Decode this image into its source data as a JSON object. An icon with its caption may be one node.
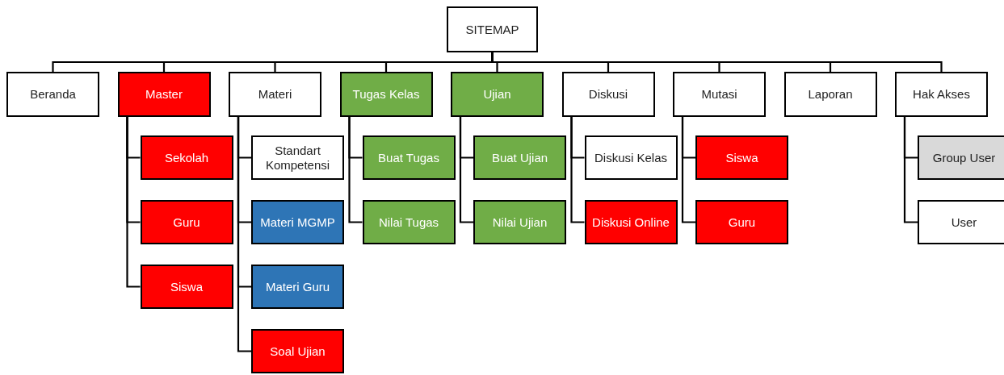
{
  "diagram": {
    "nodes": [
      {
        "text": [
          "SITEMAP"
        ]
      },
      {
        "text": [
          "Beranda"
        ]
      },
      {
        "text": [
          "Master"
        ]
      },
      {
        "text": [
          "Materi"
        ]
      },
      {
        "text": [
          "Tugas Kelas"
        ]
      },
      {
        "text": [
          "Ujian"
        ]
      },
      {
        "text": [
          "Diskusi"
        ]
      },
      {
        "text": [
          "Mutasi"
        ]
      },
      {
        "text": [
          "Laporan"
        ]
      },
      {
        "text": [
          "Hak Akses"
        ]
      },
      {
        "text": [
          "Sekolah"
        ]
      },
      {
        "text": [
          "Guru"
        ]
      },
      {
        "text": [
          "Siswa"
        ]
      },
      {
        "text": [
          "Standart Kompetensi"
        ]
      },
      {
        "text": [
          "Materi MGMP"
        ]
      },
      {
        "text": [
          "Materi Guru"
        ]
      },
      {
        "text": [
          "Soal Ujian"
        ]
      },
      {
        "text": [
          "Buat Tugas"
        ]
      },
      {
        "text": [
          "Nilai Tugas"
        ]
      },
      {
        "text": [
          "Buat Ujian"
        ]
      },
      {
        "text": [
          "Nilai Ujian"
        ]
      },
      {
        "text": [
          "Diskusi Kelas"
        ]
      },
      {
        "text": [
          "Diskusi Online"
        ]
      },
      {
        "text": [
          "Siswa"
        ]
      },
      {
        "text": [
          "Guru"
        ]
      },
      {
        "text": [
          "Group User"
        ]
      },
      {
        "text": [
          "User"
        ]
      }
    ],
    "edges": [
      {
        "from": 0,
        "to": 1,
        "arrow": "none"
      },
      {
        "from": 0,
        "to": 2,
        "arrow": "none"
      },
      {
        "from": 0,
        "to": 3,
        "arrow": "none"
      },
      {
        "from": 0,
        "to": 4,
        "arrow": "none"
      },
      {
        "from": 0,
        "to": 5,
        "arrow": "none"
      },
      {
        "from": 0,
        "to": 6,
        "arrow": "none"
      },
      {
        "from": 0,
        "to": 7,
        "arrow": "none"
      },
      {
        "from": 0,
        "to": 8,
        "arrow": "none"
      },
      {
        "from": 0,
        "to": 9,
        "arrow": "none"
      },
      {
        "from": 2,
        "to": 10,
        "arrow": "none"
      },
      {
        "from": 2,
        "to": 11,
        "arrow": "none"
      },
      {
        "from": 2,
        "to": 12,
        "arrow": "none"
      },
      {
        "from": 3,
        "to": 13,
        "arrow": "none"
      },
      {
        "from": 3,
        "to": 14,
        "arrow": "none"
      },
      {
        "from": 3,
        "to": 15,
        "arrow": "none"
      },
      {
        "from": 3,
        "to": 16,
        "arrow": "none"
      },
      {
        "from": 4,
        "to": 17,
        "arrow": "none"
      },
      {
        "from": 4,
        "to": 18,
        "arrow": "none"
      },
      {
        "from": 5,
        "to": 19,
        "arrow": "none"
      },
      {
        "from": 5,
        "to": 20,
        "arrow": "none"
      },
      {
        "from": 6,
        "to": 21,
        "arrow": "none"
      },
      {
        "from": 6,
        "to": 22,
        "arrow": "none"
      },
      {
        "from": 7,
        "to": 23,
        "arrow": "none"
      },
      {
        "from": 7,
        "to": 24,
        "arrow": "none"
      },
      {
        "from": 9,
        "to": 25,
        "arrow": "none"
      },
      {
        "from": 9,
        "to": 26,
        "arrow": "none"
      }
    ]
  }
}
